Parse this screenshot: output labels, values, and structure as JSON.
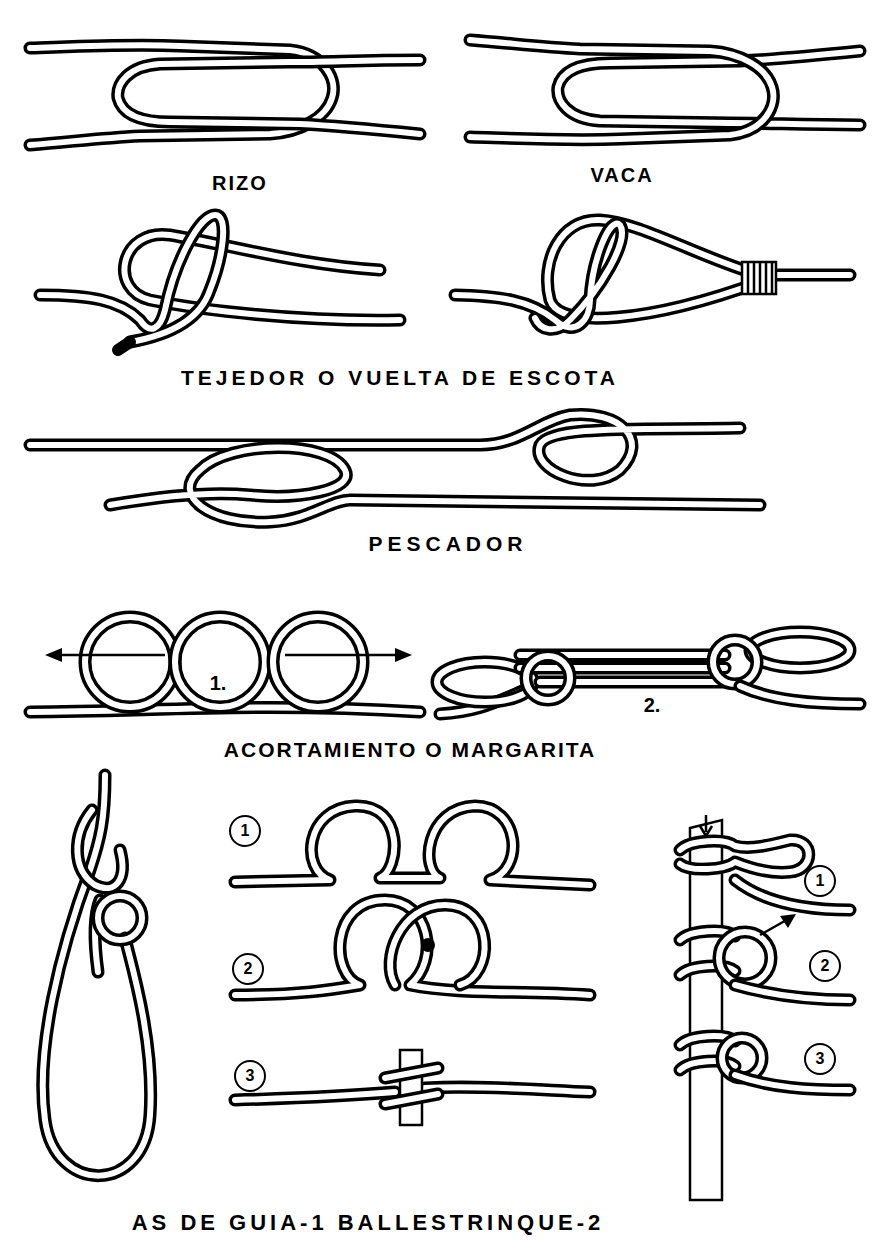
{
  "diagram": {
    "labels": [
      "RIZO",
      "VACA",
      "TEJEDOR O VUELTA DE ESCOTA",
      "PESCADOR",
      "1.",
      "2.",
      "ACORTAMIENTO O MARGARITA",
      "1",
      "1",
      "2",
      "2",
      "3",
      "3",
      "AS DE GUIA-1 BALLESTRINQUE-2"
    ]
  }
}
